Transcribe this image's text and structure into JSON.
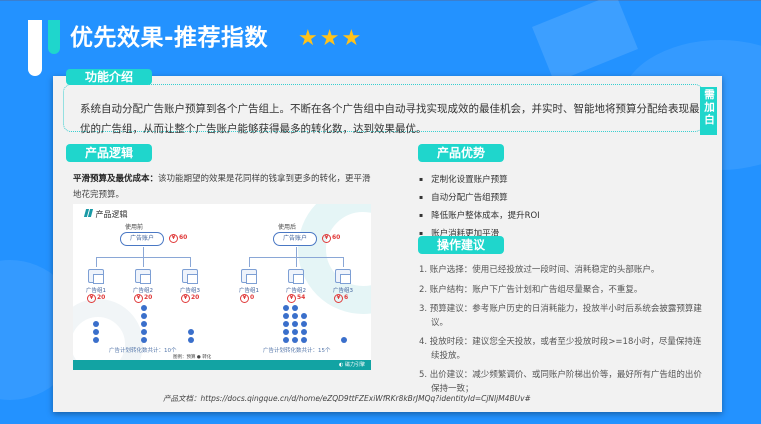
{
  "header": {
    "title": "优先效果-推荐指数",
    "stars": "★★★",
    "rating": 3
  },
  "intro": {
    "tag": "功能介绍",
    "text": "系统自动分配广告账户预算到各个广告组上。不断在各个广告组中自动寻找实现成效的最佳机会，并实时、智能地将预算分配给表现最优的广告组，从而让整个广告账户能够获得最多的转化数，达到效果最优。",
    "side_tag": "需加白"
  },
  "logic": {
    "tag": "产品逻辑",
    "desc_bold": "平滑预算及最优成本：",
    "desc": "该功能期望的效果是花同样的钱拿到更多的转化，更平滑地花完预算。",
    "diagram": {
      "title": "产品逻辑",
      "before": {
        "label": "使用前",
        "account": "广告账户",
        "budget": "60",
        "groups": [
          {
            "name": "广告组1",
            "budget": "20",
            "conversions": 3
          },
          {
            "name": "广告组2",
            "budget": "20",
            "conversions": 5
          },
          {
            "name": "广告组3",
            "budget": "20",
            "conversions": 2
          }
        ],
        "total": "广告计划转化数共计：10个"
      },
      "after": {
        "label": "使用后",
        "account": "广告账户",
        "budget": "60",
        "groups": [
          {
            "name": "广告组1",
            "budget": "0",
            "conversions": 0
          },
          {
            "name": "广告组2",
            "budget": "54",
            "conversions": 14
          },
          {
            "name": "广告组3",
            "budget": "6",
            "conversions": 1
          }
        ],
        "total": "广告计划转化数共计：15个"
      },
      "legend": "图例：预算  ● 转化",
      "brand": "磁力引擎"
    }
  },
  "advantages": {
    "tag": "产品优势",
    "items": [
      "定制化设置账户预算",
      "自动分配广告组预算",
      "降低账户整体成本，提升ROI",
      "账户消耗更加平滑"
    ]
  },
  "operations": {
    "tag": "操作建议",
    "items": [
      "1. 账户选择：使用已经投放过一段时间、消耗稳定的头部账户。",
      "2. 账户结构：账户下广告计划和广告组尽量聚合，不重复。",
      "3. 预算建议：参考账户历史的日消耗能力，投放半小时后系统会披露预算建议。",
      "4. 投放时段：建议您全天投放，或者至少投放时段>=18小时，尽量保持连续投放。",
      "5. 出价建议：减少频繁调价、或同账户阶梯出价等，最好所有广告组的出价保持一致；"
    ]
  },
  "footer": {
    "label": "产品文档：",
    "url": "https://docs.qingque.cn/d/home/eZQD9ttFZExiWfRKr8kBrJMQq?identityId=CjNljM4BUv#"
  },
  "colors": {
    "background": "#2392ff",
    "accent": "#1fd6cc",
    "star": "#ffc21a",
    "card": "#f2f2f2"
  }
}
